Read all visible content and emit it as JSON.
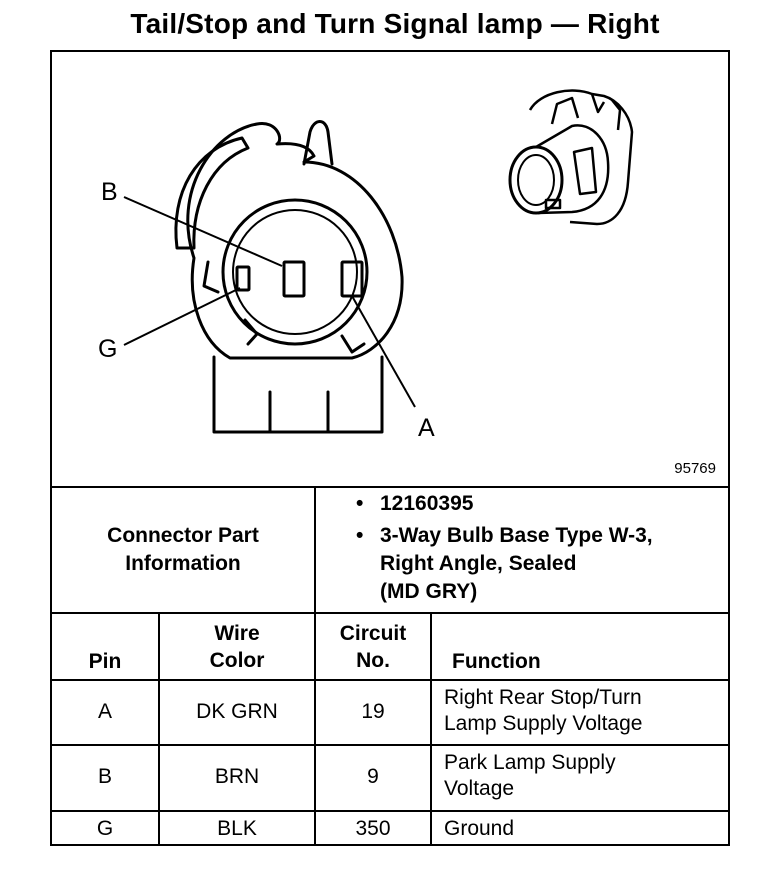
{
  "title": "Tail/Stop and Turn Signal lamp — Right",
  "diagram": {
    "callouts": {
      "b": "B",
      "g": "G",
      "a": "A"
    },
    "figure_number": "95769"
  },
  "connector_info": {
    "label_line1": "Connector Part",
    "label_line2": "Information",
    "items": [
      {
        "bullet": "•",
        "lines": [
          "12160395"
        ]
      },
      {
        "bullet": "•",
        "lines": [
          "3-Way Bulb Base Type W-3,",
          "Right Angle, Sealed",
          "(MD GRY)"
        ]
      }
    ]
  },
  "table": {
    "headers": {
      "pin": "Pin",
      "wire_color_1": "Wire",
      "wire_color_2": "Color",
      "circuit_1": "Circuit",
      "circuit_2": "No.",
      "function": "Function"
    },
    "rows": [
      {
        "pin": "A",
        "color": "DK GRN",
        "circuit": "19",
        "function": [
          "Right Rear Stop/Turn",
          "Lamp Supply Voltage"
        ]
      },
      {
        "pin": "B",
        "color": "BRN",
        "circuit": "9",
        "function": [
          "Park Lamp Supply",
          "Voltage"
        ]
      },
      {
        "pin": "G",
        "color": "BLK",
        "circuit": "350",
        "function": [
          "Ground"
        ]
      }
    ]
  }
}
